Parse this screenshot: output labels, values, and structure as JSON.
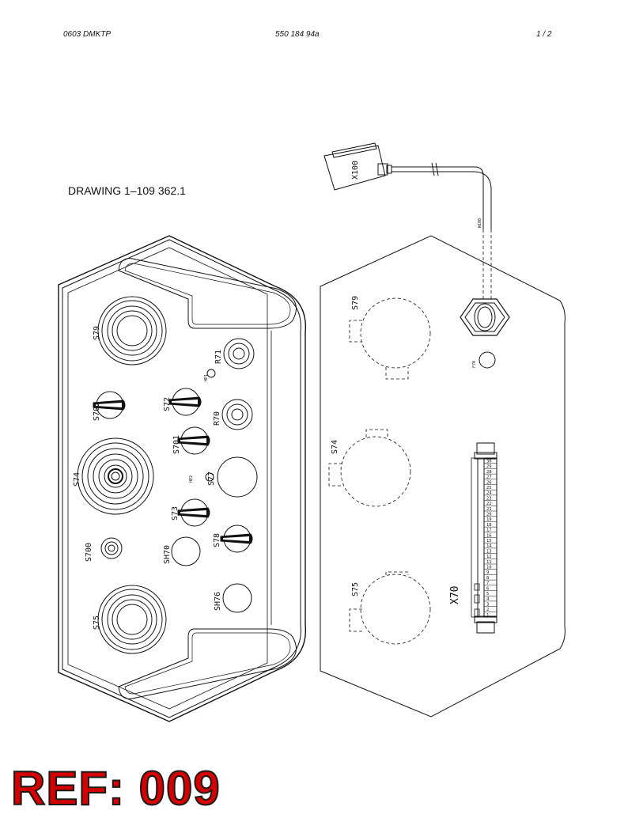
{
  "header": {
    "left": "0603 DMKTP",
    "center": "550 184 94a",
    "right": "1 /   2"
  },
  "drawing_title": "DRAWING 1–109 362.1",
  "ref_stamp": "REF: 009",
  "front_panel": {
    "labels": {
      "s79": "S79",
      "s702": "S702",
      "s74": "S74",
      "s700": "S700",
      "s75": "S75",
      "r71": "R71",
      "hp1": "HP1",
      "s72": "S72",
      "r70": "R70",
      "s701": "S701",
      "hp2": "HP2",
      "s77": "S77",
      "s73": "S73",
      "s78": "S78",
      "sh70": "SH70",
      "sh76": "SH76"
    }
  },
  "rear_panel": {
    "labels": {
      "s79": "S79",
      "s74": "S74",
      "s75": "S75",
      "f70": "F70",
      "x70": "X70",
      "x100": "X100",
      "w100": "W100"
    },
    "terminal_pins": [
      "30",
      "29",
      "28",
      "27",
      "26",
      "25",
      "24",
      "23",
      "22",
      "21",
      "20",
      "19",
      "18",
      "17",
      "16",
      "15",
      "14",
      "13",
      "12",
      "11",
      "10",
      "9",
      "8",
      "7",
      "6",
      "5",
      "4",
      "3",
      "2",
      "1"
    ]
  }
}
